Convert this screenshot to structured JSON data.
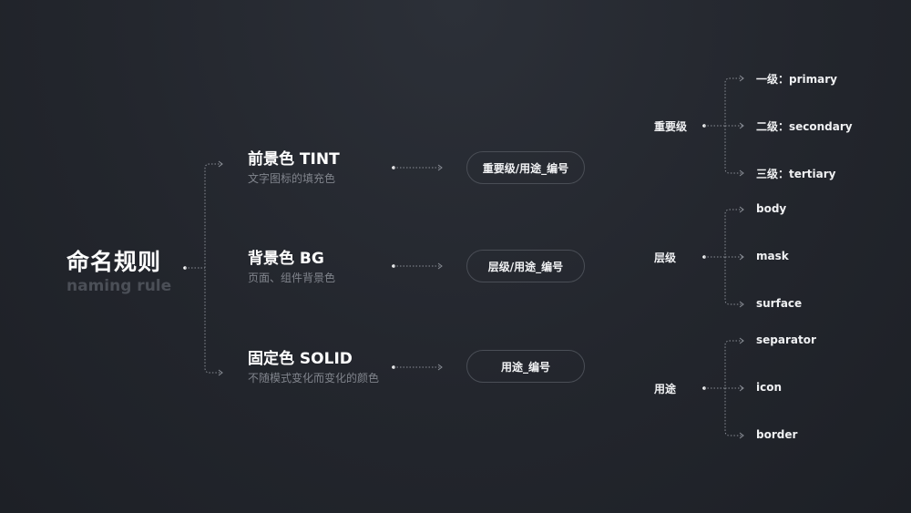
{
  "root": {
    "title": "命名规则",
    "subtitle": "naming rule"
  },
  "categories": [
    {
      "title": "前景色 TINT",
      "desc": "文字图标的填充色",
      "pill": "重要级/用途_编号"
    },
    {
      "title": "背景色 BG",
      "desc": "页面、组件背景色",
      "pill": "层级/用途_编号"
    },
    {
      "title": "固定色 SOLID",
      "desc": "不随模式变化而变化的颜色",
      "pill": "用途_编号"
    }
  ],
  "groups": [
    {
      "label": "重要级",
      "items": [
        "一级：primary",
        "二级：secondary",
        "三级：tertiary"
      ]
    },
    {
      "label": "层级",
      "items": [
        "body",
        "mask",
        "surface"
      ]
    },
    {
      "label": "用途",
      "items": [
        "separator",
        "icon",
        "border"
      ]
    }
  ],
  "colors": {
    "background": "#23262d",
    "connector": "#8a8e96",
    "text": "#ffffff",
    "muted": "#80848c"
  }
}
